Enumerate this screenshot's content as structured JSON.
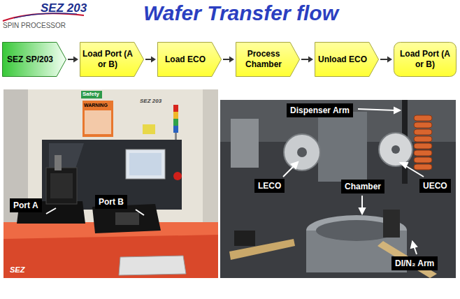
{
  "diagram": {
    "title": "Wafer Transfer flow",
    "nodes": [
      {
        "text": [
          "SEZ SP/203"
        ]
      },
      {
        "text": [
          "Load Port (A or B)"
        ]
      },
      {
        "text": [
          "Load ECO"
        ]
      },
      {
        "text": [
          "Process Chamber"
        ]
      },
      {
        "text": [
          "Unload ECO"
        ]
      },
      {
        "text": [
          "Load Port (A or B)"
        ]
      }
    ],
    "edges": [
      {
        "from": 0,
        "to": 1,
        "arrow": "to"
      },
      {
        "from": 1,
        "to": 2,
        "arrow": "to"
      },
      {
        "from": 2,
        "to": 3,
        "arrow": "to"
      },
      {
        "from": 3,
        "to": 4,
        "arrow": "to"
      },
      {
        "from": 4,
        "to": 5,
        "arrow": "to"
      }
    ],
    "labels": [
      "SEZ 203",
      "SPIN PROCESSOR",
      "Safety",
      "WARNING",
      "SEZ 203",
      "Port A",
      "Port B",
      "Dispenser Arm",
      "LECO",
      "Chamber",
      "UECO",
      "DI/N₂ Arm",
      "SEZ"
    ]
  }
}
